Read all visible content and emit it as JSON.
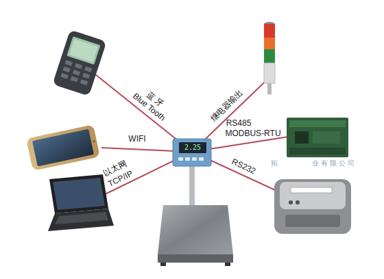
{
  "diagram": {
    "labels": [
      "蓝 牙",
      "Blue Tooth",
      "继电器输出",
      "RS485",
      "MODBUS-RTU",
      "WIFI",
      "以太网",
      "TCP/IP",
      "RS232",
      "2.25",
      "拓",
      "业 有 限 公 司"
    ]
  }
}
